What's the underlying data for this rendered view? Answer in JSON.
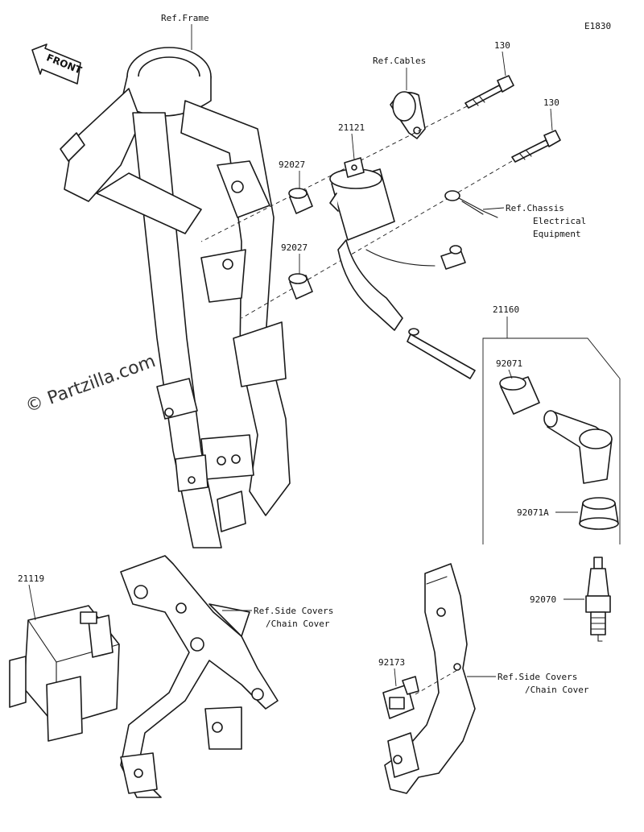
{
  "diagram_id": "E1830",
  "watermark": "© Partzilla.com",
  "direction": "FRONT",
  "callouts": {
    "ref_frame": "Ref.Frame",
    "ref_cables": "Ref.Cables",
    "p130_a": "130",
    "p130_b": "130",
    "p21121": "21121",
    "p92027_a": "92027",
    "p92027_b": "92027",
    "ref_chassis_1": "Ref.Chassis",
    "ref_chassis_2": "Electrical",
    "ref_chassis_3": "Equipment",
    "p21160": "21160",
    "p92071": "92071",
    "p92071A": "92071A",
    "p21119": "21119",
    "ref_side_1": "Ref.Side Covers",
    "ref_side_2": "/Chain Cover",
    "p92070": "92070",
    "p92173": "92173",
    "ref_side_b1": "Ref.Side Covers",
    "ref_side_b2": "/Chain Cover"
  }
}
